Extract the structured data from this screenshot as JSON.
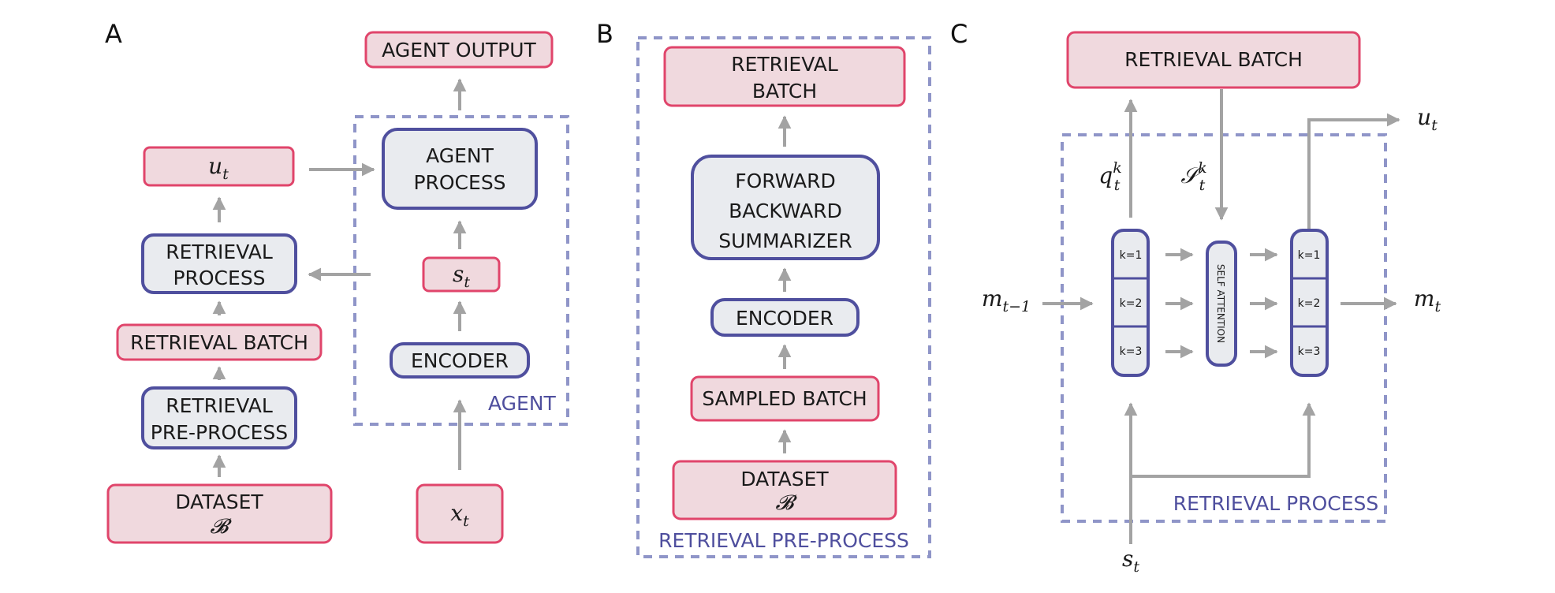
{
  "panels": {
    "a": "A",
    "b": "B",
    "c": "C"
  },
  "panel_a": {
    "agent_output": "AGENT OUTPUT",
    "agent_process": [
      "AGENT",
      "PROCESS"
    ],
    "u_t": {
      "base": "u",
      "sub": "t"
    },
    "retrieval_process": [
      "RETRIEVAL",
      "PROCESS"
    ],
    "s_t": {
      "base": "s",
      "sub": "t"
    },
    "retrieval_batch": "RETRIEVAL BATCH",
    "encoder": "ENCODER",
    "agent_label": "AGENT",
    "retrieval_pre_process": [
      "RETRIEVAL",
      "PRE-PROCESS"
    ],
    "dataset": {
      "label": "DATASET",
      "symbol": "𝓑"
    },
    "x_t": {
      "base": "x",
      "sub": "t"
    }
  },
  "panel_b": {
    "retrieval_batch": [
      "RETRIEVAL",
      "BATCH"
    ],
    "summarizer": [
      "FORWARD",
      "BACKWARD",
      "SUMMARIZER"
    ],
    "encoder": "ENCODER",
    "sampled_batch": "SAMPLED BATCH",
    "dataset": {
      "label": "DATASET",
      "symbol": "𝓑"
    },
    "region_label": "RETRIEVAL PRE-PROCESS"
  },
  "panel_c": {
    "retrieval_batch": "RETRIEVAL BATCH",
    "u_t": {
      "base": "u",
      "sub": "t"
    },
    "q": {
      "base": "q",
      "sub": "t",
      "sup": "k"
    },
    "s_script": {
      "base": "𝒮",
      "sub": "t",
      "sup": "k"
    },
    "m_prev": {
      "base": "m",
      "sub": "t−1"
    },
    "m_t": {
      "base": "m",
      "sub": "t"
    },
    "s_t": {
      "base": "s",
      "sub": "t"
    },
    "left_stack": [
      "k=1",
      "k=2",
      "k=3"
    ],
    "self_attention": "SELF ATTENTION",
    "right_stack": [
      "k=1",
      "k=2",
      "k=3"
    ],
    "region_label": "RETRIEVAL PROCESS"
  },
  "colors": {
    "pink_fill": "#f0d9de",
    "pink_stroke": "#e0456b",
    "grey_fill": "#e9ebef",
    "navy_stroke": "#4f4f9e",
    "dash_stroke": "#8f95c8",
    "arrow": "#a3a3a3"
  }
}
